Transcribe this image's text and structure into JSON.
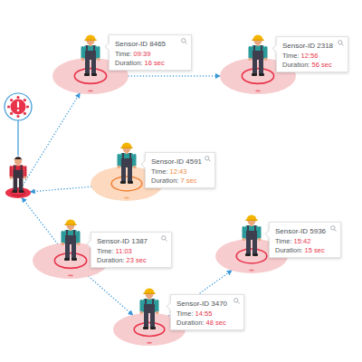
{
  "diagram": {
    "nodes": [
      {
        "text": []
      },
      {
        "text": [
          "Sensor-ID 8465",
          "Time: 09:39",
          "Duration: 16 sec"
        ]
      },
      {
        "text": [
          "Sensor-ID 2318",
          "Time: 12:56",
          "Duration: 56 sec"
        ]
      },
      {
        "text": [
          "Sensor-ID 4591",
          "Time: 12:43",
          "Duration: 7 sec"
        ]
      },
      {
        "text": [
          "Sensor-ID 1387",
          "Time: 11:03",
          "Duration: 23 sec"
        ]
      },
      {
        "text": [
          "Sensor-ID 5936",
          "Time: 15:42",
          "Duration: 15 sec"
        ]
      },
      {
        "text": [
          "Sensor-ID 3470",
          "Time: 14:55",
          "Duration: 48 sec"
        ]
      }
    ],
    "edges": [
      {
        "from": 0,
        "to": 1,
        "arrow": "to"
      },
      {
        "from": 1,
        "to": 2,
        "arrow": "to"
      },
      {
        "from": 3,
        "to": 0,
        "arrow": "to"
      },
      {
        "from": 4,
        "to": 0,
        "arrow": "to"
      },
      {
        "from": 4,
        "to": 6,
        "arrow": "to"
      },
      {
        "from": 6,
        "to": 5,
        "arrow": "to"
      }
    ]
  }
}
